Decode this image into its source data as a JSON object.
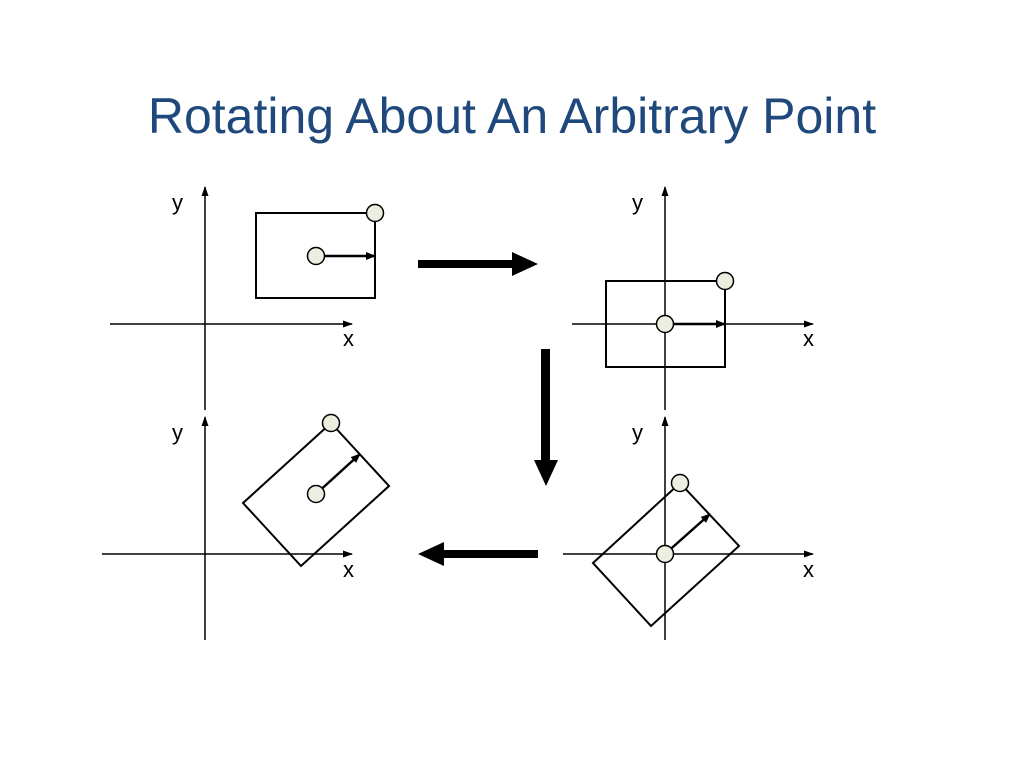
{
  "slide": {
    "title": "Rotating About An Arbitrary Point"
  },
  "panels": [
    {
      "id": "original",
      "x_label": "x",
      "y_label": "y"
    },
    {
      "id": "translated",
      "x_label": "x",
      "y_label": "y"
    },
    {
      "id": "rotated-at-origin",
      "x_label": "x",
      "y_label": "y"
    },
    {
      "id": "translated-back",
      "x_label": "x",
      "y_label": "y"
    }
  ],
  "colors": {
    "title": "#1f497d",
    "stroke": "#000000",
    "point_fill": "#eeeee0"
  }
}
